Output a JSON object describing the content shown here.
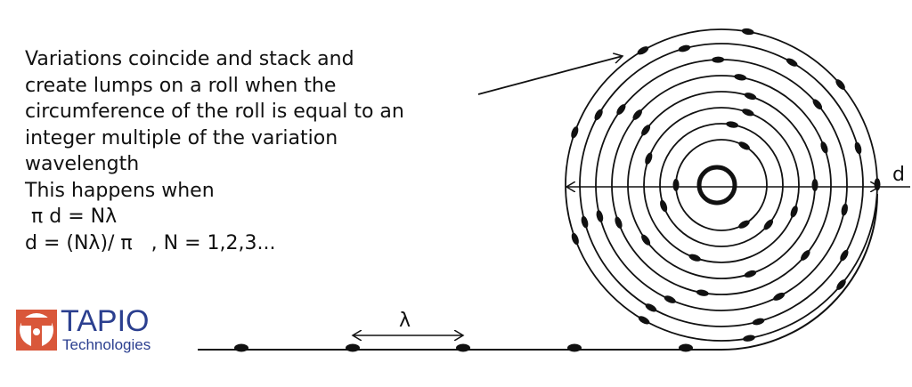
{
  "explanation": {
    "lines": [
      "Variations coincide and stack and",
      "create lumps on a roll when the",
      "circumference of the roll is equal to an",
      "integer multiple of the variation",
      "wavelength",
      "This happens when",
      " π d = Nλ",
      "d = (Nλ)/ π   , N = 1,2,3..."
    ]
  },
  "diagram": {
    "diameter_label": "d",
    "wavelength_label": "λ",
    "ring_count": 8
  },
  "logo": {
    "title": "TAPIO",
    "subtitle": "Technologies",
    "colors": {
      "mark": "#d9573a",
      "text": "#2b3f8f"
    }
  }
}
